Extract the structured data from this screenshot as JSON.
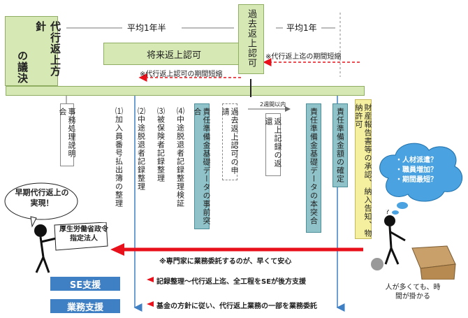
{
  "top": {
    "avg_1_5_year": "平均1年半",
    "avg_1_year": "平均1年",
    "proxy_policy": "代行返上方針",
    "proxy_policy_sub": "の議決",
    "future_approval": "将来返上認可",
    "past_approval": "過去返上認可",
    "note_past_shorten": "※代行返上迄の期間短縮",
    "note_approval_shorten": "※代行返上認可の期間短縮"
  },
  "columns": {
    "c1": "事務処理説明会",
    "c2": "⑴加入員番号払出簿の整理",
    "c3": "⑵中途脱退者記録整理",
    "c4": "⑶被保険者記録整理",
    "c5": "⑷中途脱退者記録整理検証",
    "c6": "責任準備金基礎データの事前突合",
    "c7": "過去返上認可の申請",
    "two_weeks": "2週間以内",
    "c8": "返上記録の返還",
    "c9": "責任準備金基礎データの本突合",
    "c10": "責任準備金額の確定",
    "c11": "財産報告書等の承認、納入告知、物納許可"
  },
  "left": {
    "speech": "早期代行返上の実現！",
    "org": "厚生労働省政令指定法人",
    "se_support": "SE支援",
    "biz_support": "業務支援"
  },
  "bottom": {
    "arrow_note": "※専門家に業務委託するのが、早くて安心",
    "line1": "記録整理～代行返上迄、全工程をSEが後方支援",
    "line2": "基金の方針に従い、代行返上業務の一部を業務委託"
  },
  "right": {
    "cloud1": "・人材派遣？",
    "cloud2": "・職員増加？",
    "cloud3": "・期間最短？",
    "caption": "人が多くても、時間が掛かる"
  },
  "colors": {
    "red": "#e8101a",
    "blue": "#3f7fc3",
    "green": "#d6e8b4",
    "teal": "#8fc3c9",
    "cloud": "#4aa3e0"
  }
}
